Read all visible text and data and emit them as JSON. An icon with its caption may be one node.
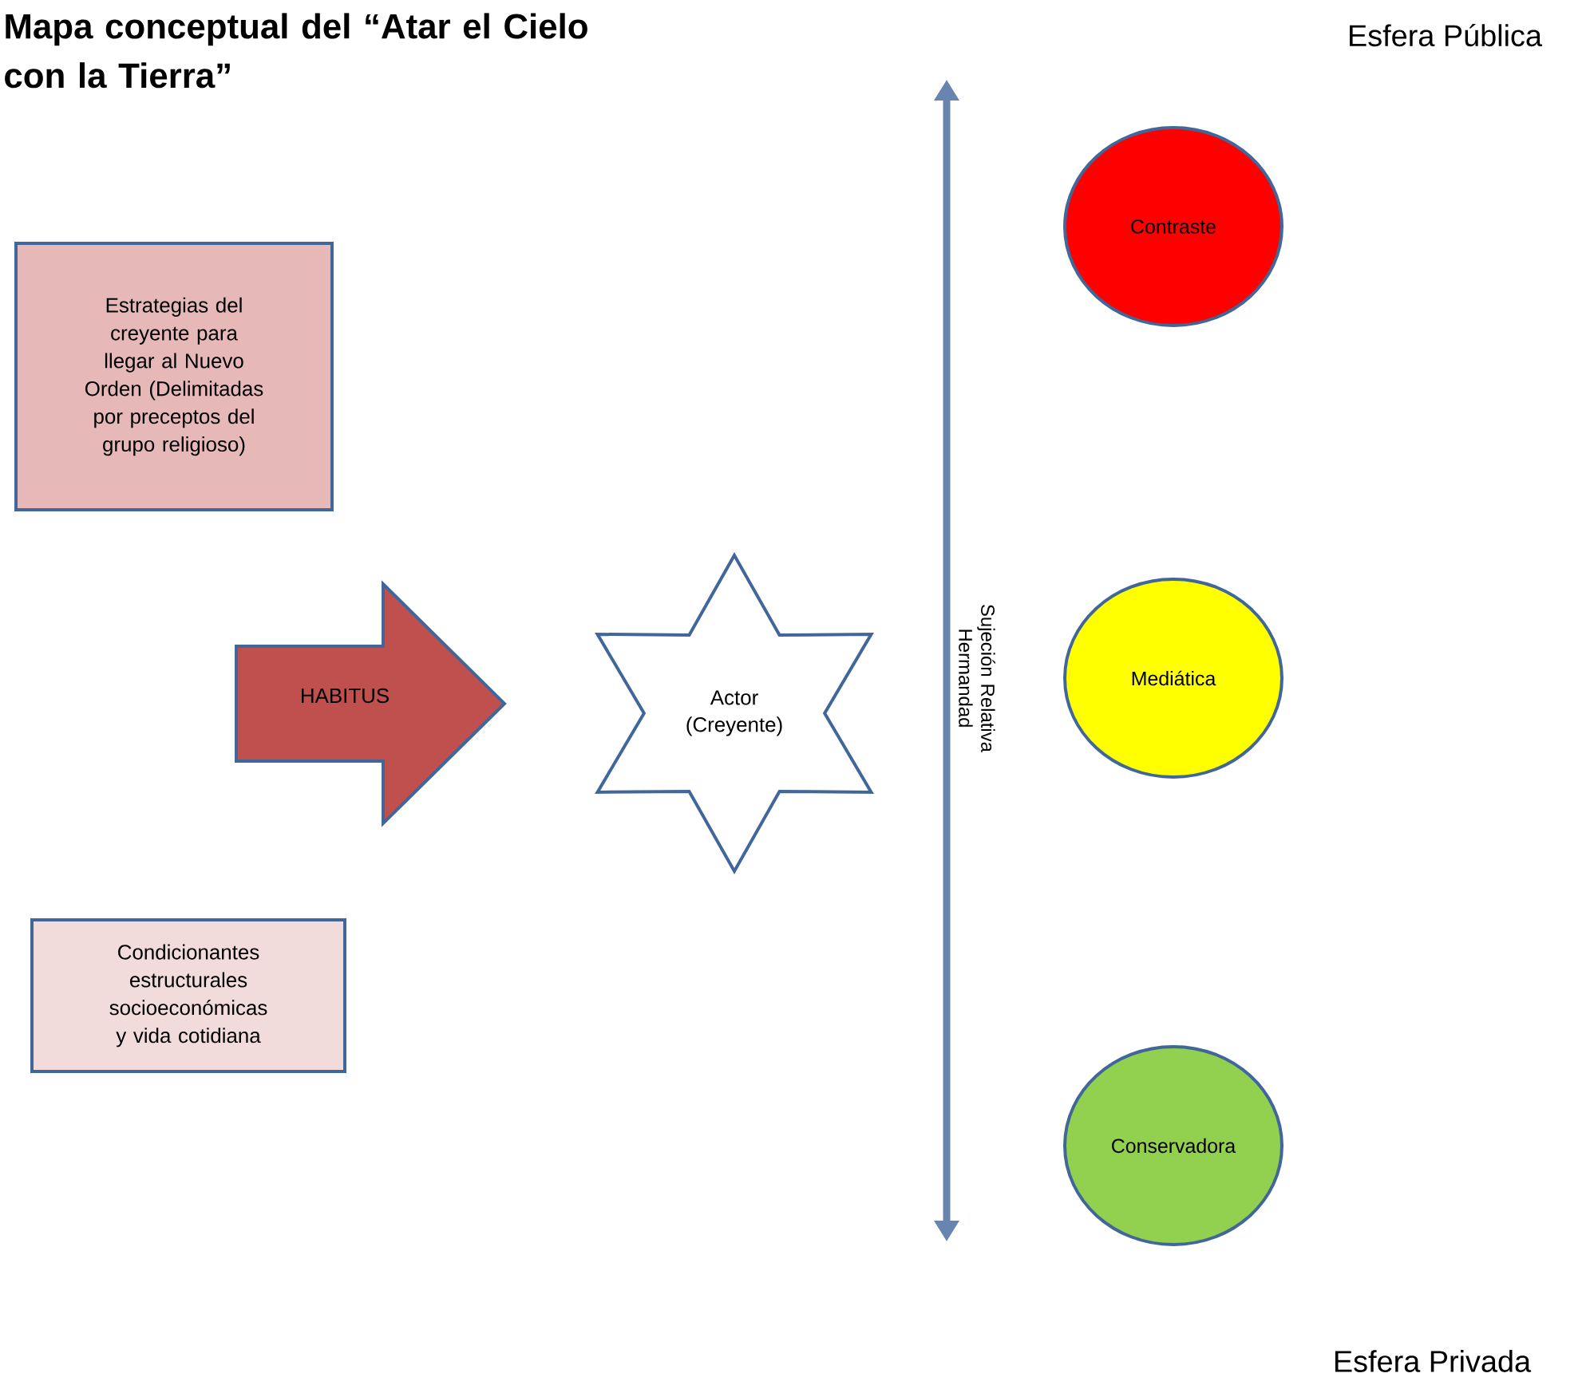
{
  "diagram": {
    "title": "Mapa conceptual del “Atar el Cielo con la Tierra”",
    "nodes": [
      {
        "text": [
          "Estrategias del creyente para llegar al Nuevo Orden (Delimitadas por preceptos del grupo religioso)"
        ]
      },
      {
        "text": [
          "HABITUS"
        ]
      },
      {
        "text": [
          "Actor (Creyente)"
        ]
      },
      {
        "text": [
          "Condicionantes estructurales socioeconómicas y vida cotidiana"
        ]
      },
      {
        "text": [
          "Contraste"
        ]
      },
      {
        "text": [
          "Mediática"
        ]
      },
      {
        "text": [
          "Conservadora"
        ]
      }
    ],
    "labels": [
      "Esfera Pública",
      "Sujeción Relativa Hermandad",
      "Esfera Privada"
    ]
  }
}
